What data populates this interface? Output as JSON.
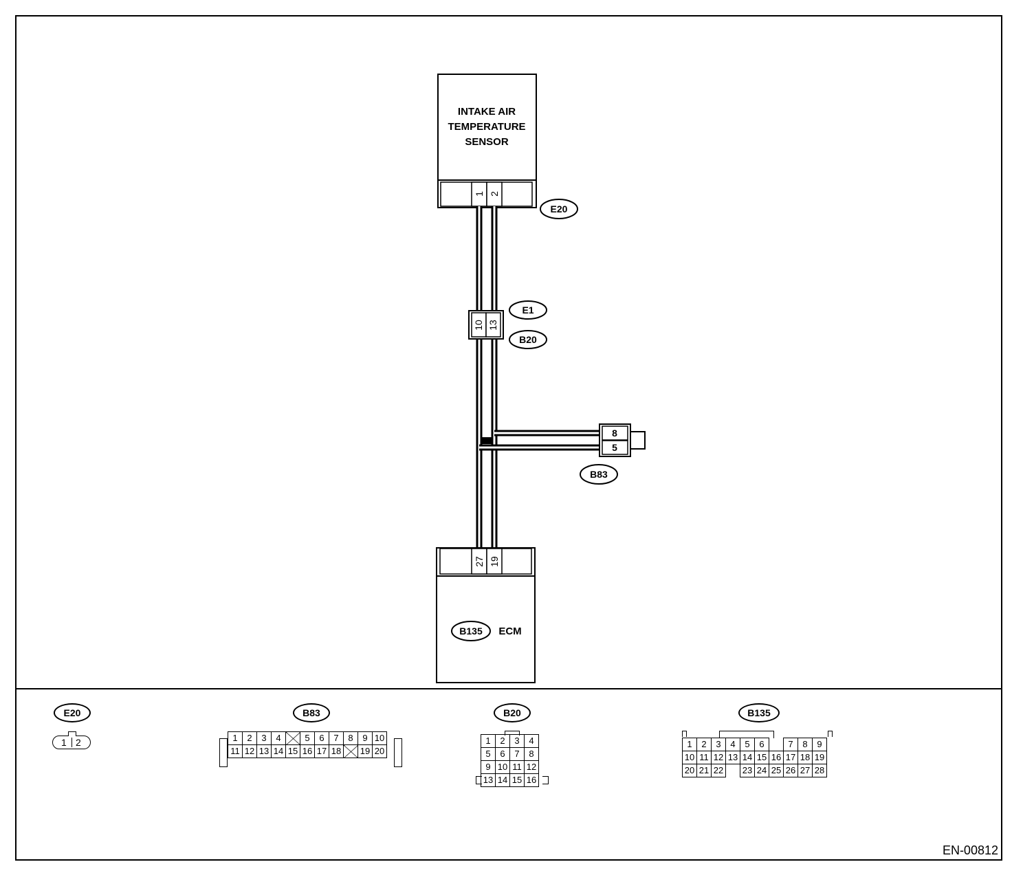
{
  "components": {
    "sensor": {
      "line1": "INTAKE AIR",
      "line2": "TEMPERATURE",
      "line3": "SENSOR",
      "connector": "E20",
      "pins": [
        "1",
        "2"
      ]
    },
    "joint": {
      "connector_top": "E1",
      "connector_bottom": "B20",
      "pins": [
        "10",
        "13"
      ]
    },
    "b83": {
      "connector": "B83",
      "pins": [
        "8",
        "5"
      ]
    },
    "ecm": {
      "label": "ECM",
      "connector": "B135",
      "pins": [
        "27",
        "19"
      ]
    }
  },
  "connector_views": {
    "e20": {
      "id": "E20",
      "pins": [
        "1",
        "2"
      ]
    },
    "b83": {
      "id": "B83",
      "rows": [
        [
          "1",
          "2",
          "3",
          "4",
          "X",
          "5",
          "6",
          "7",
          "8",
          "9",
          "10"
        ],
        [
          "11",
          "12",
          "13",
          "14",
          "15",
          "16",
          "17",
          "18",
          "X",
          "19",
          "20"
        ]
      ]
    },
    "b20": {
      "id": "B20",
      "rows": [
        [
          "1",
          "2",
          "3",
          "4"
        ],
        [
          "5",
          "6",
          "7",
          "8"
        ],
        [
          "9",
          "10",
          "11",
          "12"
        ],
        [
          "13",
          "14",
          "15",
          "16"
        ]
      ]
    },
    "b135": {
      "id": "B135",
      "rows": [
        [
          "1",
          "2",
          "3",
          "4",
          "5",
          "6",
          "",
          "7",
          "8",
          "9"
        ],
        [
          "10",
          "11",
          "12",
          "13",
          "14",
          "15",
          "16",
          "17",
          "18",
          "19"
        ],
        [
          "20",
          "21",
          "22",
          "",
          "23",
          "24",
          "25",
          "26",
          "27",
          "28"
        ]
      ]
    }
  },
  "doc_code": "EN-00812"
}
